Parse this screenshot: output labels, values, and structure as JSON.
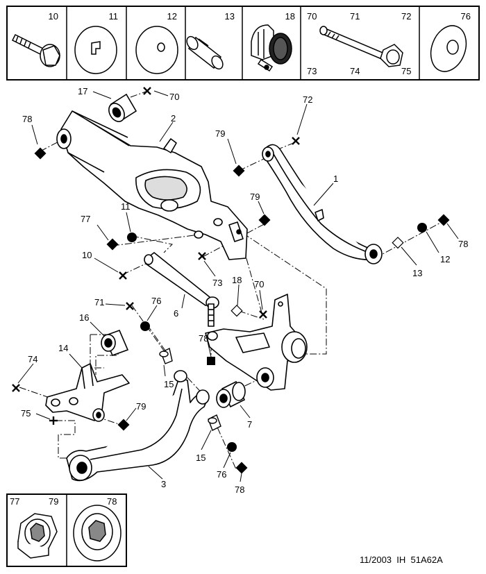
{
  "legend": {
    "panel_labels": [
      "10",
      "11",
      "12",
      "13",
      "18"
    ],
    "screw_labels": {
      "top_left": "70",
      "top_mid": "71",
      "top_right": "72",
      "bot_left": "73",
      "bot_mid": "74",
      "bot_right": "75"
    },
    "washer_label": "76"
  },
  "nut_legend": {
    "left_labels": [
      "77",
      "79"
    ],
    "right_label": "78"
  },
  "callouts": {
    "c17": "17",
    "c70a": "70",
    "c78a": "78",
    "c2": "2",
    "c72": "72",
    "c79a": "79",
    "c1": "1",
    "c79b": "79",
    "c77": "77",
    "c11": "11",
    "c10": "10",
    "c73": "73",
    "c6": "6",
    "c18": "18",
    "c70b": "70",
    "c13": "13",
    "c12": "12",
    "c78b": "78",
    "c71": "71",
    "c76a": "76",
    "c16": "16",
    "c14": "14",
    "c74": "74",
    "c15a": "15",
    "c78c": "78",
    "c75": "75",
    "c79c": "79",
    "c7": "7",
    "c15b": "15",
    "c76b": "76",
    "c78d": "78",
    "c3": "3"
  },
  "footer": {
    "date": "11/2003",
    "ref": "IH  51A62A"
  }
}
